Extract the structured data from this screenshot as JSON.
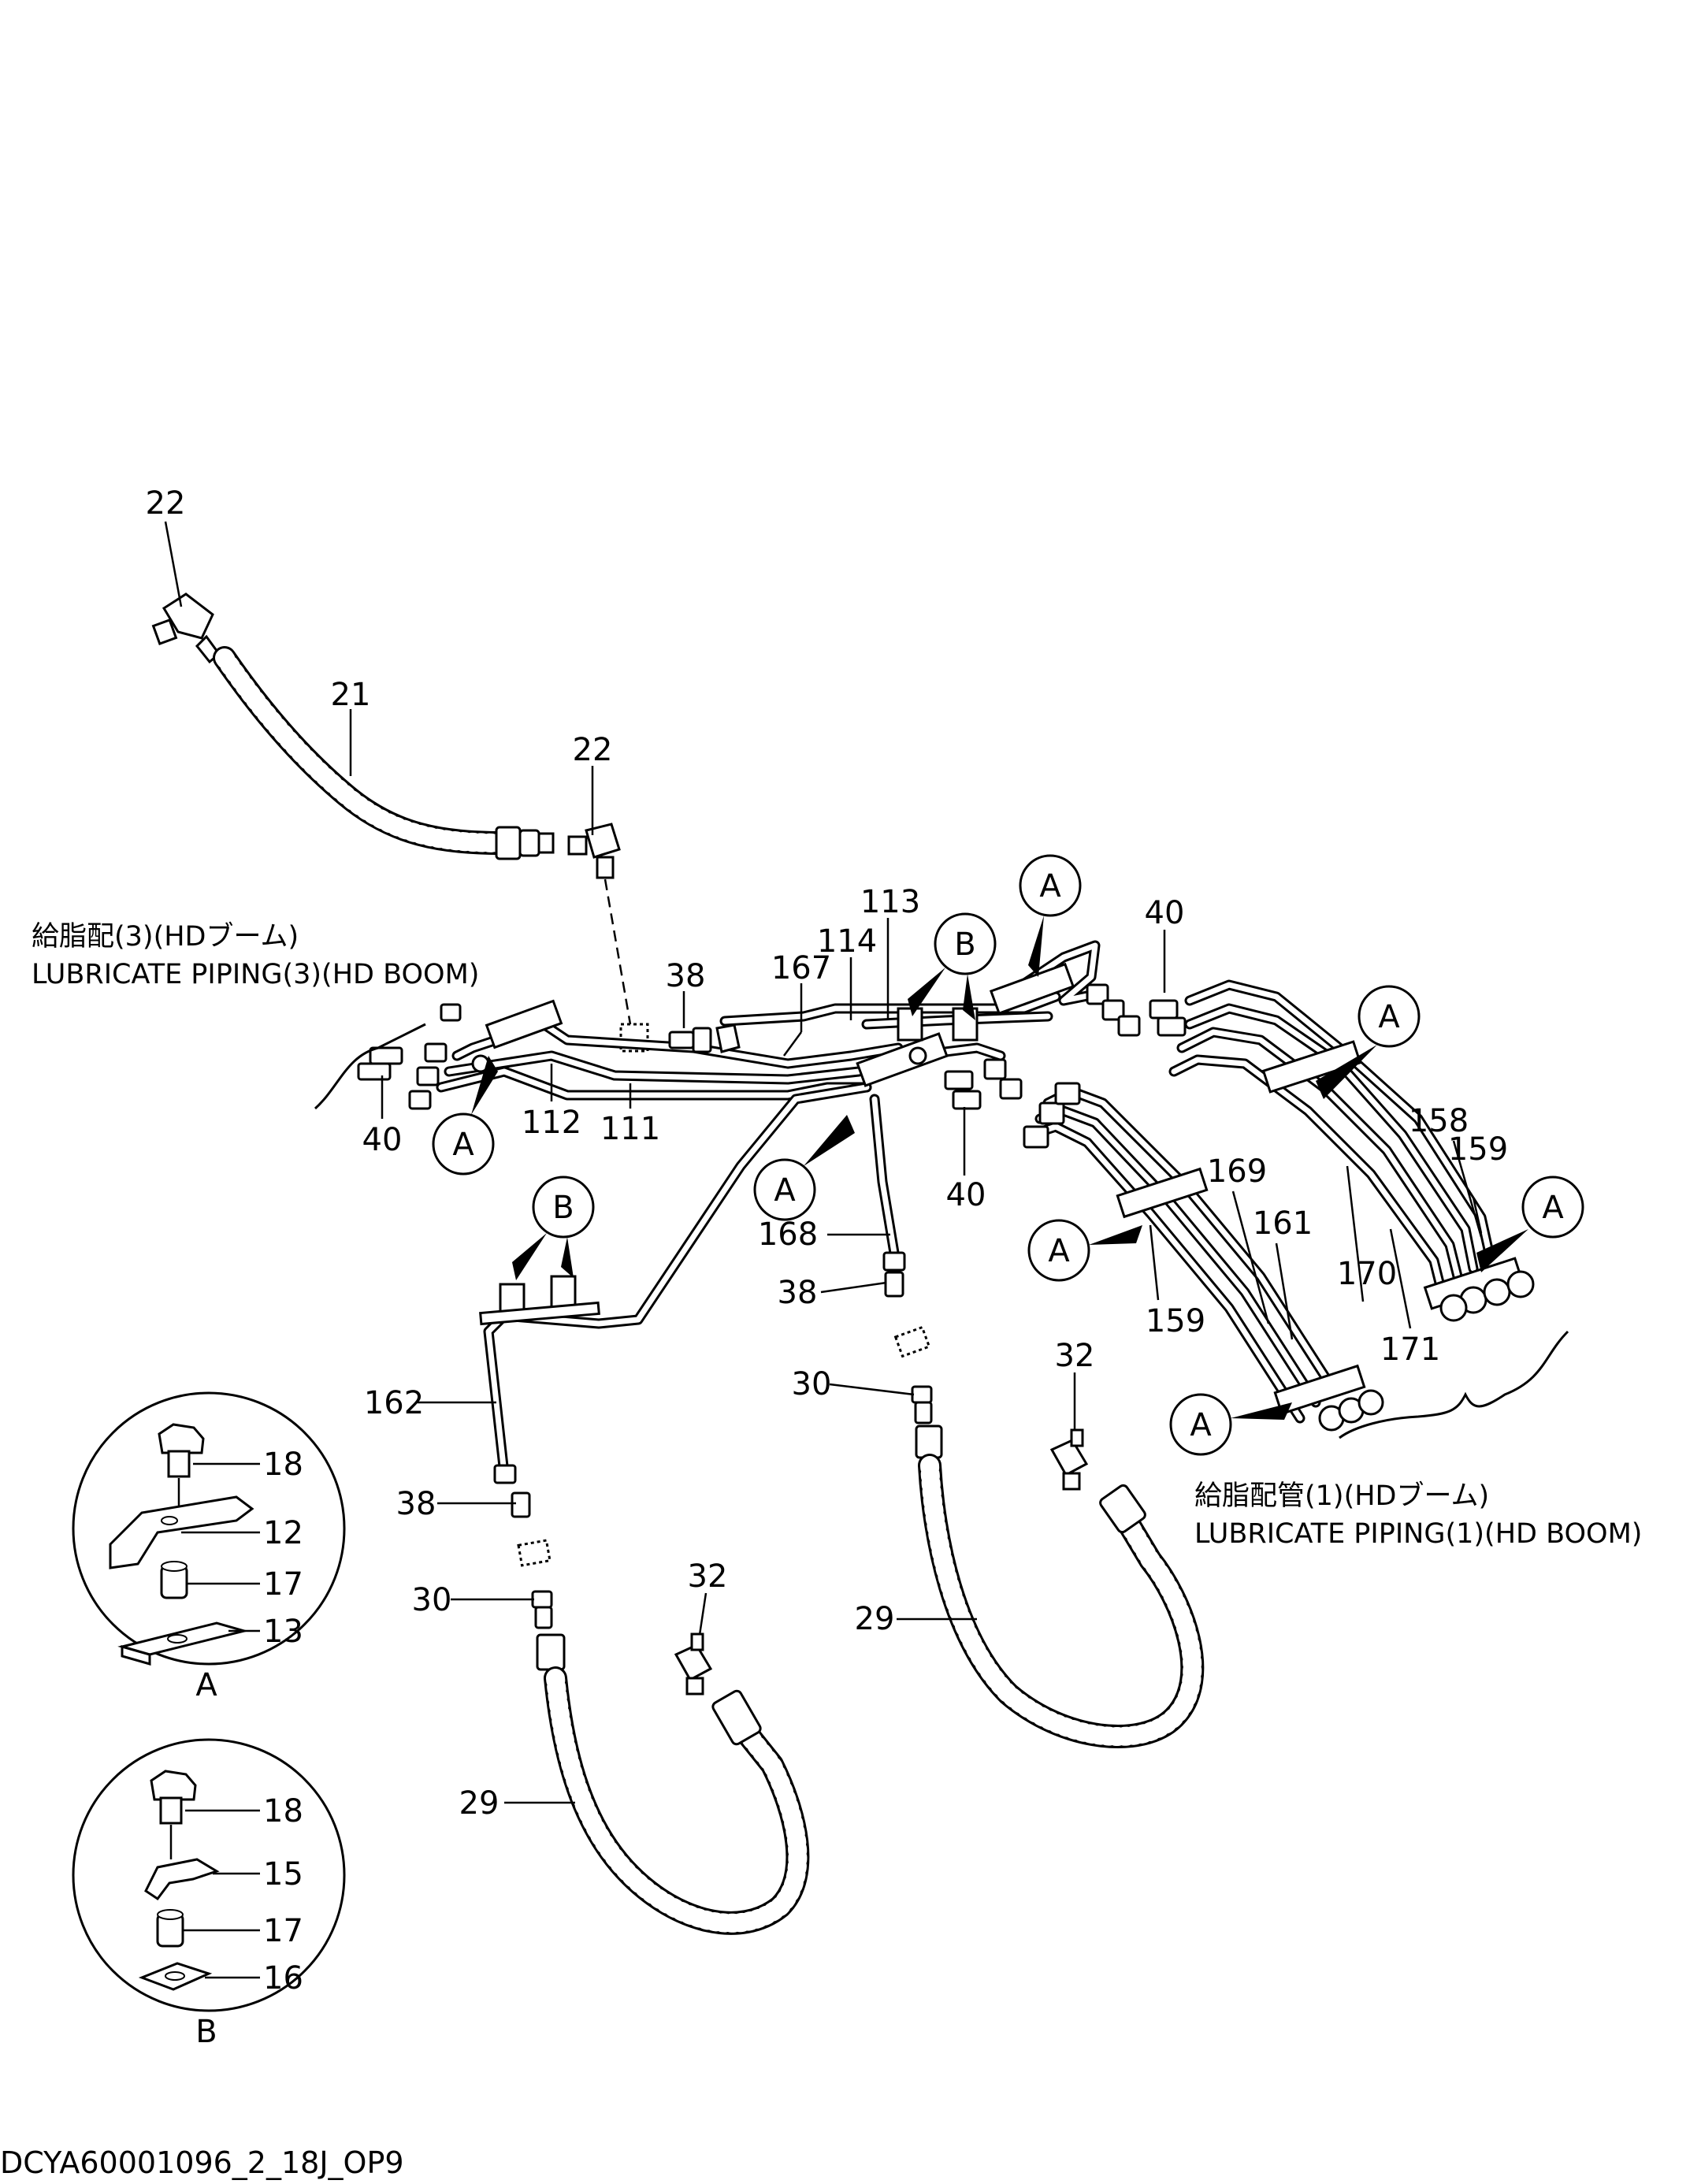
{
  "document": {
    "footer_code": "DCYA60001096_2_18J_OP9"
  },
  "titles": {
    "piping3_jp": "給脂配(3)(HDブーム)",
    "piping3_en": "LUBRICATE  PIPING(3)(HD BOOM)",
    "piping1_jp": "給脂配管(1)(HDブーム)",
    "piping1_en": "LUBRICATE  PIPING(1)(HD BOOM)"
  },
  "part_labels": {
    "p22a": "22",
    "p21": "21",
    "p22b": "22",
    "p113": "113",
    "p114": "114",
    "p167": "167",
    "p38a": "38",
    "p40a": "40",
    "p40b": "40",
    "p40c": "40",
    "p112": "112",
    "p111": "111",
    "p168": "168",
    "p38b": "38",
    "p30a": "30",
    "p169": "169",
    "p161": "161",
    "p158": "158",
    "p159a": "159",
    "p170": "170",
    "p171": "171",
    "p159b": "159",
    "p32a": "32",
    "p29a": "29",
    "p162": "162",
    "p38c": "38",
    "p30b": "30",
    "p32b": "32",
    "p29b": "29"
  },
  "callouts": {
    "A1": "A",
    "A2": "A",
    "A3": "A",
    "A4": "A",
    "A5": "A",
    "A6": "A",
    "A7": "A",
    "B1": "B",
    "B2": "B"
  },
  "detail_A": {
    "caption": "A",
    "labels": {
      "bolt": "18",
      "clamp": "12",
      "spacer": "17",
      "plate": "13"
    }
  },
  "detail_B": {
    "caption": "B",
    "labels": {
      "bolt": "18",
      "clamp": "15",
      "spacer": "17",
      "plate": "16"
    }
  }
}
